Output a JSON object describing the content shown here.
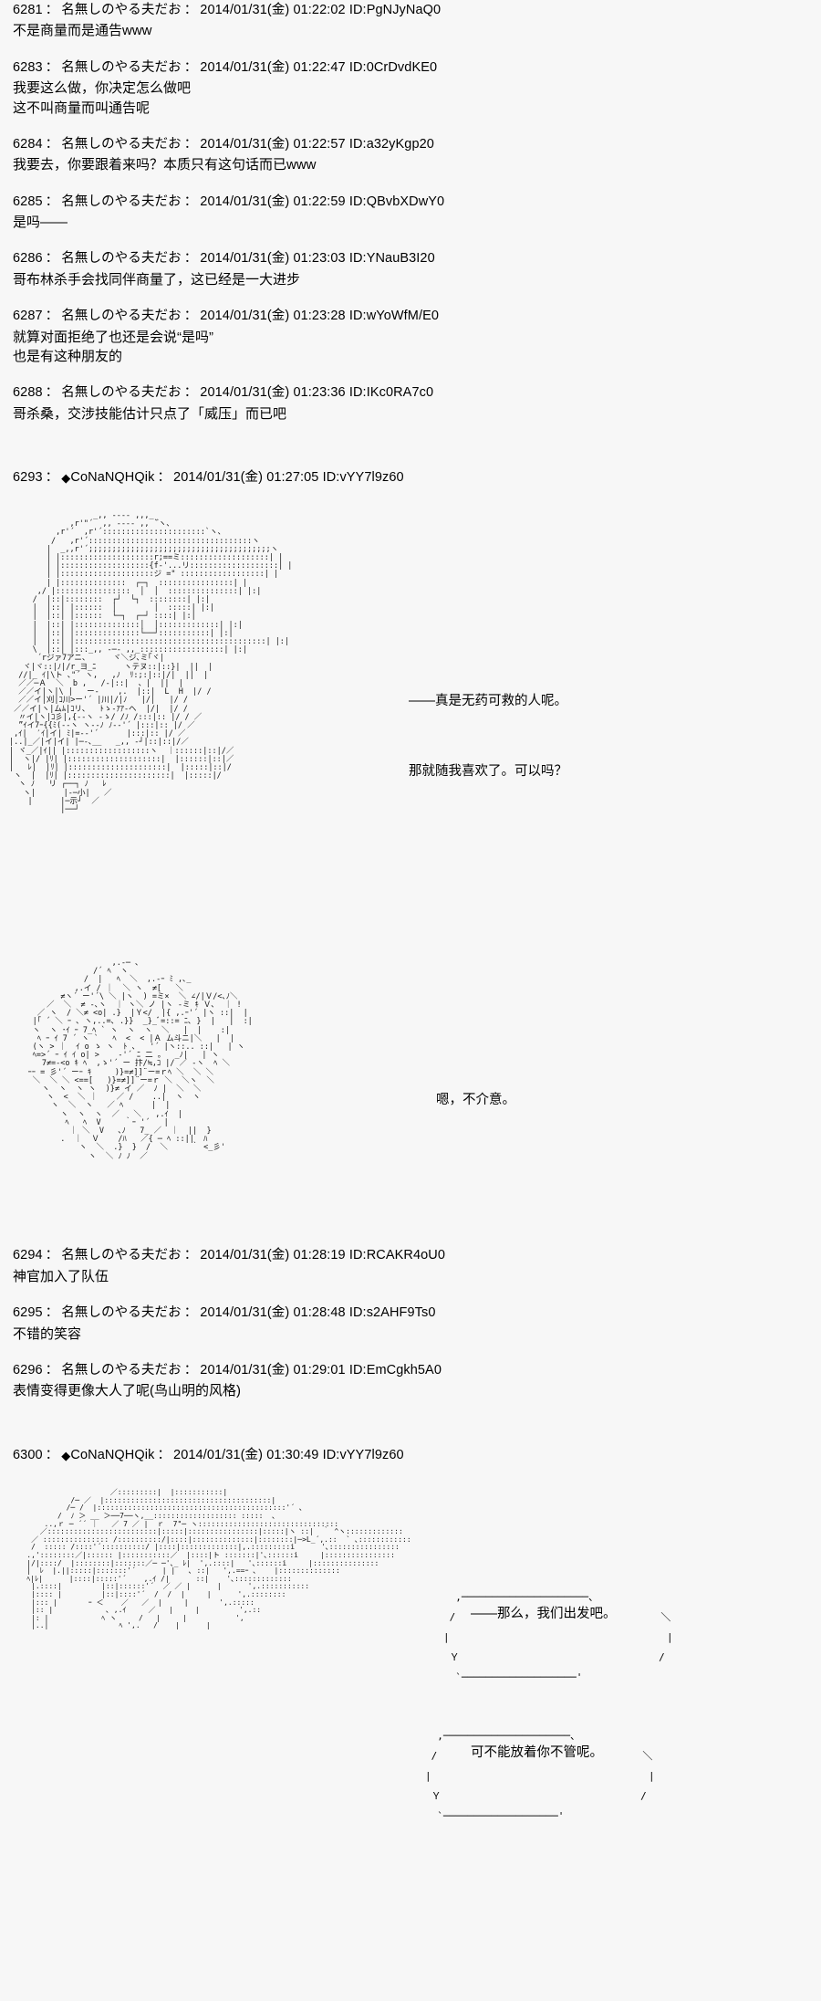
{
  "meta": {
    "board_style": "2channel-thread",
    "default_name": "名無しのやる夫だお",
    "date": "2014/01/31(金)",
    "separator": "：",
    "id_prefix": "ID:"
  },
  "posts": [
    {
      "no": "6281",
      "name": "名無しのやる夫だお",
      "date": "2014/01/31(金)",
      "time": "01:22:02",
      "id": "ID:PgNJyNaQ0",
      "lines": [
        "不是商量而是通告www"
      ]
    },
    {
      "no": "6283",
      "name": "名無しのやる夫だお",
      "date": "2014/01/31(金)",
      "time": "01:22:47",
      "id": "ID:0CrDvdKE0",
      "lines": [
        "我要这么做，你决定怎么做吧",
        "这不叫商量而叫通告呢"
      ]
    },
    {
      "no": "6284",
      "name": "名無しのやる夫だお",
      "date": "2014/01/31(金)",
      "time": "01:22:57",
      "id": "ID:a32yKgp20",
      "lines": [
        "我要去，你要跟着来吗？本质只有这句话而已www"
      ]
    },
    {
      "no": "6285",
      "name": "名無しのやる夫だお",
      "date": "2014/01/31(金)",
      "time": "01:22:59",
      "id": "ID:QBvbXDwY0",
      "lines": [
        "是吗——"
      ]
    },
    {
      "no": "6286",
      "name": "名無しのやる夫だお",
      "date": "2014/01/31(金)",
      "time": "01:23:03",
      "id": "ID:YNauB3I20",
      "lines": [
        "哥布林杀手会找同伴商量了，这已经是一大进步"
      ]
    },
    {
      "no": "6287",
      "name": "名無しのやる夫だお",
      "date": "2014/01/31(金)",
      "time": "01:23:28",
      "id": "ID:wYoWfM/E0",
      "lines": [
        "就算对面拒绝了也还是会说“是吗”",
        "也是有这种朋友的"
      ]
    },
    {
      "no": "6288",
      "name": "名無しのやる夫だお",
      "date": "2014/01/31(金)",
      "time": "01:23:36",
      "id": "ID:IKc0RA7c0",
      "lines": [
        "哥杀桑，交涉技能估计只点了「威压」而已吧"
      ]
    }
  ],
  "aa_post_1": {
    "no": "6293",
    "name": "◆CoNaNQHQik",
    "date": "2014/01/31(金)",
    "time": "01:27:05",
    "id": "ID:vYY7l9z60"
  },
  "aa_art_1": "                  _,, ---- ,,,_\n             ,r'\"´  ,, -‐-- ,, `゙ヽ、\n          ,r'´  ,r'´::::::::::::::::::::::`ヽ、\n         /   ,r'´:::::::::::::::::::::::::::::::::::ヽ\n        |  _,,r'´;;;;;;;;;;;;;;;;;;;;;;;;;;;;;;;;;;;;;;;ヽ\n        | |::::::::::::::::::::r;==ミ:::::::::::::::::::| |\n        | |:::::::::::::::::::{f-'...リ:::::::::::::::::::| |\n        | |::::::::::::::::::::ジ =\" ::::::::::::::::::| |\n        | |::::::::::::::  ┌─┐  ::::::::::::::::| |\n      ,/ |::::::::::::::::  │  │  :::::::::::::::| |:|\n     /  |::|::::::::  ┌┘  └┐  ::::::::| |:|\n     |  |::| |::::::  │        │  :::::| |:|\n     |  |::| |::::::  └─┐  ┌─┘ ::::| |:|\n     |  |::| |::::::::::::::│  │:::::::::::::| |:|\n     |  |::| |::::::::::::::└──┘:::::::::::| |:|\n     |  |::| |:::::::::::::::::::::::::::::::::::::::::| |:|\n     \\  |::| |:::_,, -─- ,,_::::::::::::::::::| |:|\n      ´rジァ7アニ、     ヾ＼ジ､ミ｢ヾ|\n   ヾ|ヾ::|ﾉ|/r_ヨ_ﾆ      ヽテヌ::|::}|  ||  |\n  //|_ ｲ|\\ト ､\"´ ヽ,   ,ﾉ  ﾘ:;:|::|/|  ||  |\n  ／／─Ａ  ＼  b ,   /‐|::|  、|  ||  |\n  ／／イ|ヽ|\\ |   ー-    ,.  |::|  L  H  |/ /\n  ／／イ|刈|ｺ川>ー'´ |川|/|ﾉ   |/|   |/ /\n ／／イ|ヽ|ムﾑ|ｺリ､   ﾄゝ-ｱｱ-ヘ  |/|  |/ /\n  〃イ|ヽ|ｺ彡|,{--ヽ -ゝ/ /ﾉ /:::|:: |/ / ／\n  ”ｲイ7ｰ{{ﾐ(--ヽ ヽ--ﾉ ﾉ-‐'´ |:::|:: |/ ／\n ,ｲ|  ′ｲ|イ| ﾐ|=-‐'´      |:::|:: |/ ／\n|..|_／|イ|イ| |─-､__   _,, -┘|::|::|/／\n| ヾ_／|ｲ|| |::::::::::::::::::ヽ  ｜::::::|::|/／\n|  ヽ|/ |ﾘ| |::::::::::::::::::::|  |::::::|::|／\n|   ﾚ|  |ﾘ| |:::::::::::::::::::::|  |:::::|::|/\n ヽ  |  |ﾘ| |::::::::::::::::::::::|  |:::::|/\n  ヽ ﾉ   リ ┌──┐ ﾉ   ﾚ\n   ヽ|      |-─小|   ／\n    |      |─示┘  ／\n           |──┘",
  "dialogue_1": {
    "line1": "——真是无药可救的人呢。",
    "line2": "那就随我喜欢了。可以吗？"
  },
  "aa_art_2": "                      ,.-─ ､\n                  /´ ﾍ  ヽ\n                /  |   ﾍ  ＼  ,.-ｰ ﾐ ,､_\n              ,.イ / ｜  ＼ ヽ  ≠[   ＼\n           ≠ヽ´ ー'´\\ ＼ |ヽ  ) =ミ×  ＼ ∠/|Ｖ/<､ﾉ＼\n        ／  ＼  ≠ -､ヽ  ｜ ヽ＼ ノ |ヽ -ミ ｷ Ｖ､  ｜ !\n      ／ ヽ  / ＼≠ <o| .}  |Ｙ</  |{ ,.ｰ'´ |ヽ ::|  |\n     |｢ ´ ＼ ｰ ､ ヽ,..=､ .}}  _}_ﾞ=::= ﾆ､ }  |   |  :|\n     ヽ  ヽ ･ｲ ｰ 7_ﾍ ` ヽ  ヽ  ヽ  ＼   |  |    :|\n      ﾍ ｰ ｲ 7 ´ ヽ `   ﾍ  <  < |Ａ ム斗ニ|＼   |  |\n     (ヽ > ｜  ｲ o ゝ ヽ  ﾄ ､   '´ |ヽ::.. ::|   | ヽ\n     ﾍ=>´ ｰ ｲ ｲ o| >    -'´ ﾆ 二 。  _ﾉ|   | ヽ\n       7≠=-<o ｷ ﾍ  ,ゝ'´ ー 抃/≒,ｺ |/ ／ -ヽ  ﾍ ＼\n    ｰｰ = 彡'´ ーｰ ｷ     )}=≠]]¨ー=ｒﾍ ＼  ＼ ＼\n     ＼  ＼ ＼ <==[   )}=≠]]¨ー=ｒ ＼  ＼ヽ  ＼\n       ヽ  ヽ  ヽ ヽ  )}≠ イ ／  ﾉ |  ＼  ＼\n        ヽ  <  ＼ ｜    ／ /    ..|  ヽ  ヽ\n         ヽ  ＼  ヽ   ／ ﾍ      |  |\n           ヽ  ヽ  ヽ  ／   ＼   ,.ｲ  |\n            ﾍ   ﾍ  V     ｀ｰ '´   |\n             ｜ ＼  V   ､ﾉ   7_ ／  ｜  ||  }\n           .  ｜  Ｖ    /ﾊ   ／{ ─ ﾍ ::||  ﾊ\n               ヽ  ＼  .}  }  /  ＼     ｀ <_彡'\n                 ヽ  ＼ ﾉ ﾉ  ／",
  "dialogue_2": {
    "line1": "嗯，不介意。"
  },
  "posts_2": [
    {
      "no": "6294",
      "name": "名無しのやる夫だお",
      "date": "2014/01/31(金)",
      "time": "01:28:19",
      "id": "ID:RCAKR4oU0",
      "lines": [
        "神官加入了队伍"
      ]
    },
    {
      "no": "6295",
      "name": "名無しのやる夫だお",
      "date": "2014/01/31(金)",
      "time": "01:28:48",
      "id": "ID:s2AHF9Ts0",
      "lines": [
        "不错的笑容"
      ]
    },
    {
      "no": "6296",
      "name": "名無しのやる夫だお",
      "date": "2014/01/31(金)",
      "time": "01:29:01",
      "id": "ID:EmCgkh5A0",
      "lines": [
        "表情变得更像大人了呢(鸟山明的风格)"
      ]
    }
  ],
  "aa_post_2": {
    "no": "6300",
    "name": "◆CoNaNQHQik",
    "date": "2014/01/31(金)",
    "time": "01:30:49",
    "id": "ID:vYY7l9z60"
  },
  "aa_art_3": "                       ／:::::::::|  |:::::::::::|\n              /─ ／  |::::::::::::::::::::::::::::::::::::::|\n             /─ /  |:::::::::::::::::::::::::::::::::::::::::::'´ ､\n           /  ﾉ ＞ __ ＞──7──ヽ,__::::::::::::::::::: :::::  ､\n        ..,ｒ ─ ´´ ｜   ／ 7 ／ |  ｒ  7\"─ ヽ::::::::::::::::::::::::::::::::\n       ／:::::::::::::::::::::::::|:::::|::::::::::::::::|:::::|ヽ ::|  ｀ ^ヽ:::::::::::::\n     ／ ::::::::::::::: /::::::::::/|::::|::::::::::::::|::::::::|─>L_´,.::  ` ､::::::::::::\n     /  ::::: /::::'´::::::::::/ |::::|:::::::::::::|,.:::::::::i      '､::::::::::::::::\n    .,'::::::::／|:::::: |:::::::::::／  |::::|ト :::::::|'､::::::i     |::::::::::::::::\n    |/|::::/  |::::::::|:::::::／─ ─'､_ ﾚ|  ',.::::|   '､::::::i     |:::::::::::::::\n    |  ﾚ  |.||:::::|:::::::'´      | |   ､ ::|   ',.==ｰ ､    |::::::::::::::\n    ﾍ|ﾚ|      |::::|:::::'´    ,.ｲ /|      ::|    '､:::::::::::::\n     |.::::|         |::|::::::'´  ／ ／ |      |      ',.:::::::::::\n     |:::: |         |::|::::'´  /  /  |     |      ',.::::::::\n     |::: |       ｰ ＜    ／   ／  |     |       ',.:::::\n     |:: |            ､ ,.ｲ     ／   |     |         ',.::\n     |: |            ﾍ ヽ     /   |     |           ',\n     |..|                ﾍ ',.   /    |      |",
  "bubble_1": {
    "text": "——那么，我们出发吧。"
  },
  "bubble_2": {
    "text": "可不能放着你不管呢。"
  },
  "colors": {
    "background": "#f7f7f7",
    "text": "#000000"
  }
}
